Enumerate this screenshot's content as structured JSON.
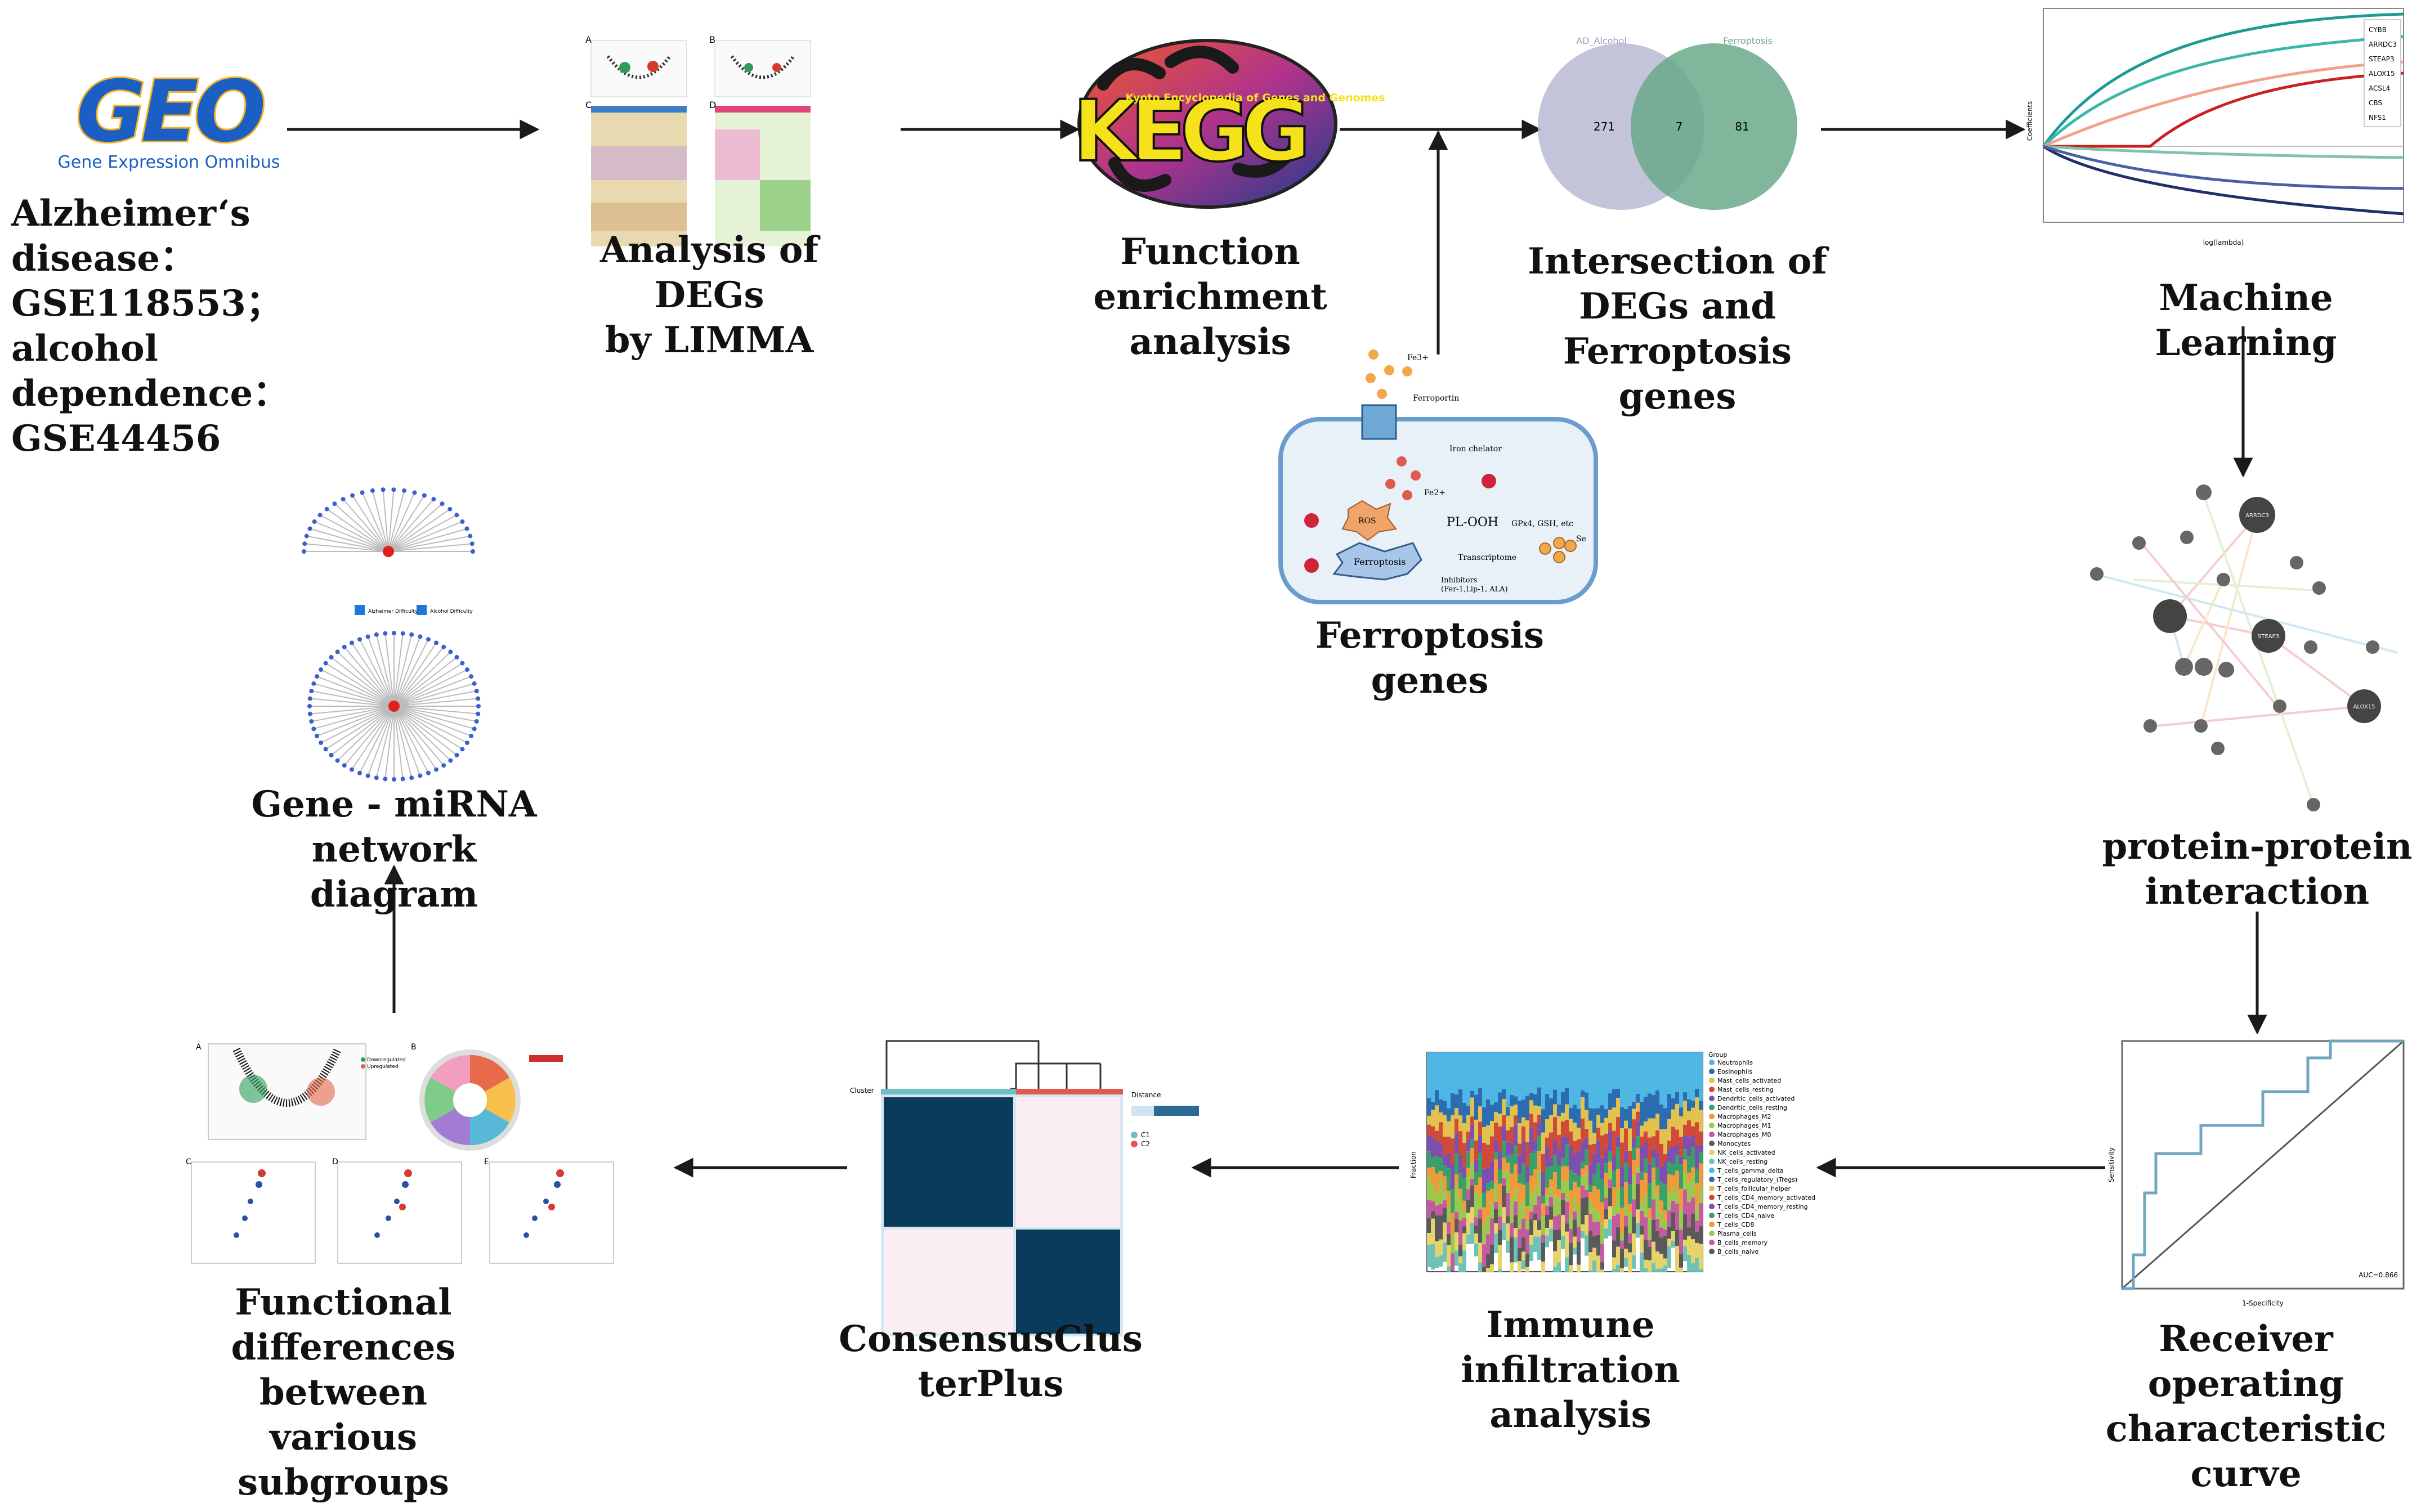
{
  "colors": {
    "arrow": "#1a1a1a",
    "geo_blue": "#1b5fc4",
    "venn_left": "#b9bad3",
    "venn_right": "#6aa98a",
    "heatmap_dark": "#0b3b5c",
    "heatmap_light": "#fbeef2",
    "cell_fill": "#e9f1f8",
    "cell_stroke": "#6a9ccd"
  },
  "steps": {
    "input": "Alzheimer‘s\ndisease：\nGSE118553；\nalcohol\ndependence：\nGSE44456",
    "limma": "Analysis of\nDEGs\nby LIMMA",
    "enrichment": "Function\nenrichment\nanalysis",
    "intersection": "Intersection of\nDEGs and\nFerroptosis\ngenes",
    "ml": "Machine\nLearning",
    "ppi": "protein-protein\ninteraction",
    "roc": "Receiver\noperating\ncharacteristic\ncurve",
    "immune": "Immune\ninfiltration\nanalysis",
    "consensus": "ConsensusClus\nterPlus",
    "functional": "Functional\ndifferences\nbetween\nvarious\nsubgroups",
    "mirna": "Gene - miRNA\nnetwork\ndiagram",
    "ferroptosis": "Ferroptosis\ngenes"
  },
  "geo_logo": {
    "text": "GEO",
    "subtitle": "Gene Expression Omnibus"
  },
  "kegg_logo": {
    "text": "KEGG",
    "subtitle": "Kyoto Encyclopedia of Genes and Genomes"
  },
  "venn": {
    "left_title": "AD_Alcohol",
    "right_title": "Ferroptosis",
    "left_only": "271",
    "overlap": "7",
    "right_only": "81"
  },
  "cell": {
    "ferroportin": "Ferroportin",
    "iron_chelator": "Iron chelator",
    "pl_ooh": "PL-OOH",
    "gpx4": "GPx4, GSH, etc",
    "ros": "ROS",
    "ferroptosis": "Ferroptosis",
    "transcriptome": "Transcriptome",
    "inhibitors": "Inhibitors\n(Fer-1,Lip-1, ALA)",
    "fe3": "Fe3+",
    "fe2": "Fe2+",
    "se": "Se"
  },
  "lasso": {
    "genes": [
      "CYBB",
      "ARRDC3",
      "STEAP3",
      "ALOX15",
      "ACSL4",
      "CBS",
      "NFS1"
    ],
    "xlabel": "log(lambda)",
    "ylabel": "Coefficients"
  },
  "ppi": {
    "hubs": [
      "ARRDC3",
      "STEAP3",
      "ALOX15"
    ]
  },
  "roc": {
    "xlabel": "1-Specificity",
    "ylabel": "Sensitivity",
    "legend": "AUC=0.866"
  },
  "immune": {
    "ylabel": "Fraction",
    "legend_title": "Group",
    "cells": [
      "Neutrophils",
      "Eosinophils",
      "Mast_cells_activated",
      "Mast_cells_resting",
      "Dendritic_cells_activated",
      "Dendritic_cells_resting",
      "Macrophages_M2",
      "Macrophages_M1",
      "Macrophages_M0",
      "Monocytes",
      "NK_cells_activated",
      "NK_cells_resting",
      "T_cells_gamma_delta",
      "T_cells_regulatory_(Tregs)",
      "T_cells_follicular_helper",
      "T_cells_CD4_memory_activated",
      "T_cells_CD4_memory_resting",
      "T_cells_CD4_naive",
      "T_cells_CD8",
      "Plasma_cells",
      "B_cells_memory",
      "B_cells_naive"
    ]
  },
  "consensus": {
    "cluster_label": "Cluster",
    "distance_label": "Distance",
    "clusters": [
      "C1",
      "C2"
    ]
  },
  "functional": {
    "panels": [
      "A",
      "B",
      "C",
      "D",
      "E"
    ],
    "legend": [
      "Downregulated",
      "Upregulated"
    ]
  },
  "mirna": {
    "nodes": [
      "Alzheimer Difficulty",
      "Alcohol Difficulty"
    ]
  },
  "limma": {
    "panels": [
      "A",
      "B",
      "C",
      "D"
    ]
  }
}
